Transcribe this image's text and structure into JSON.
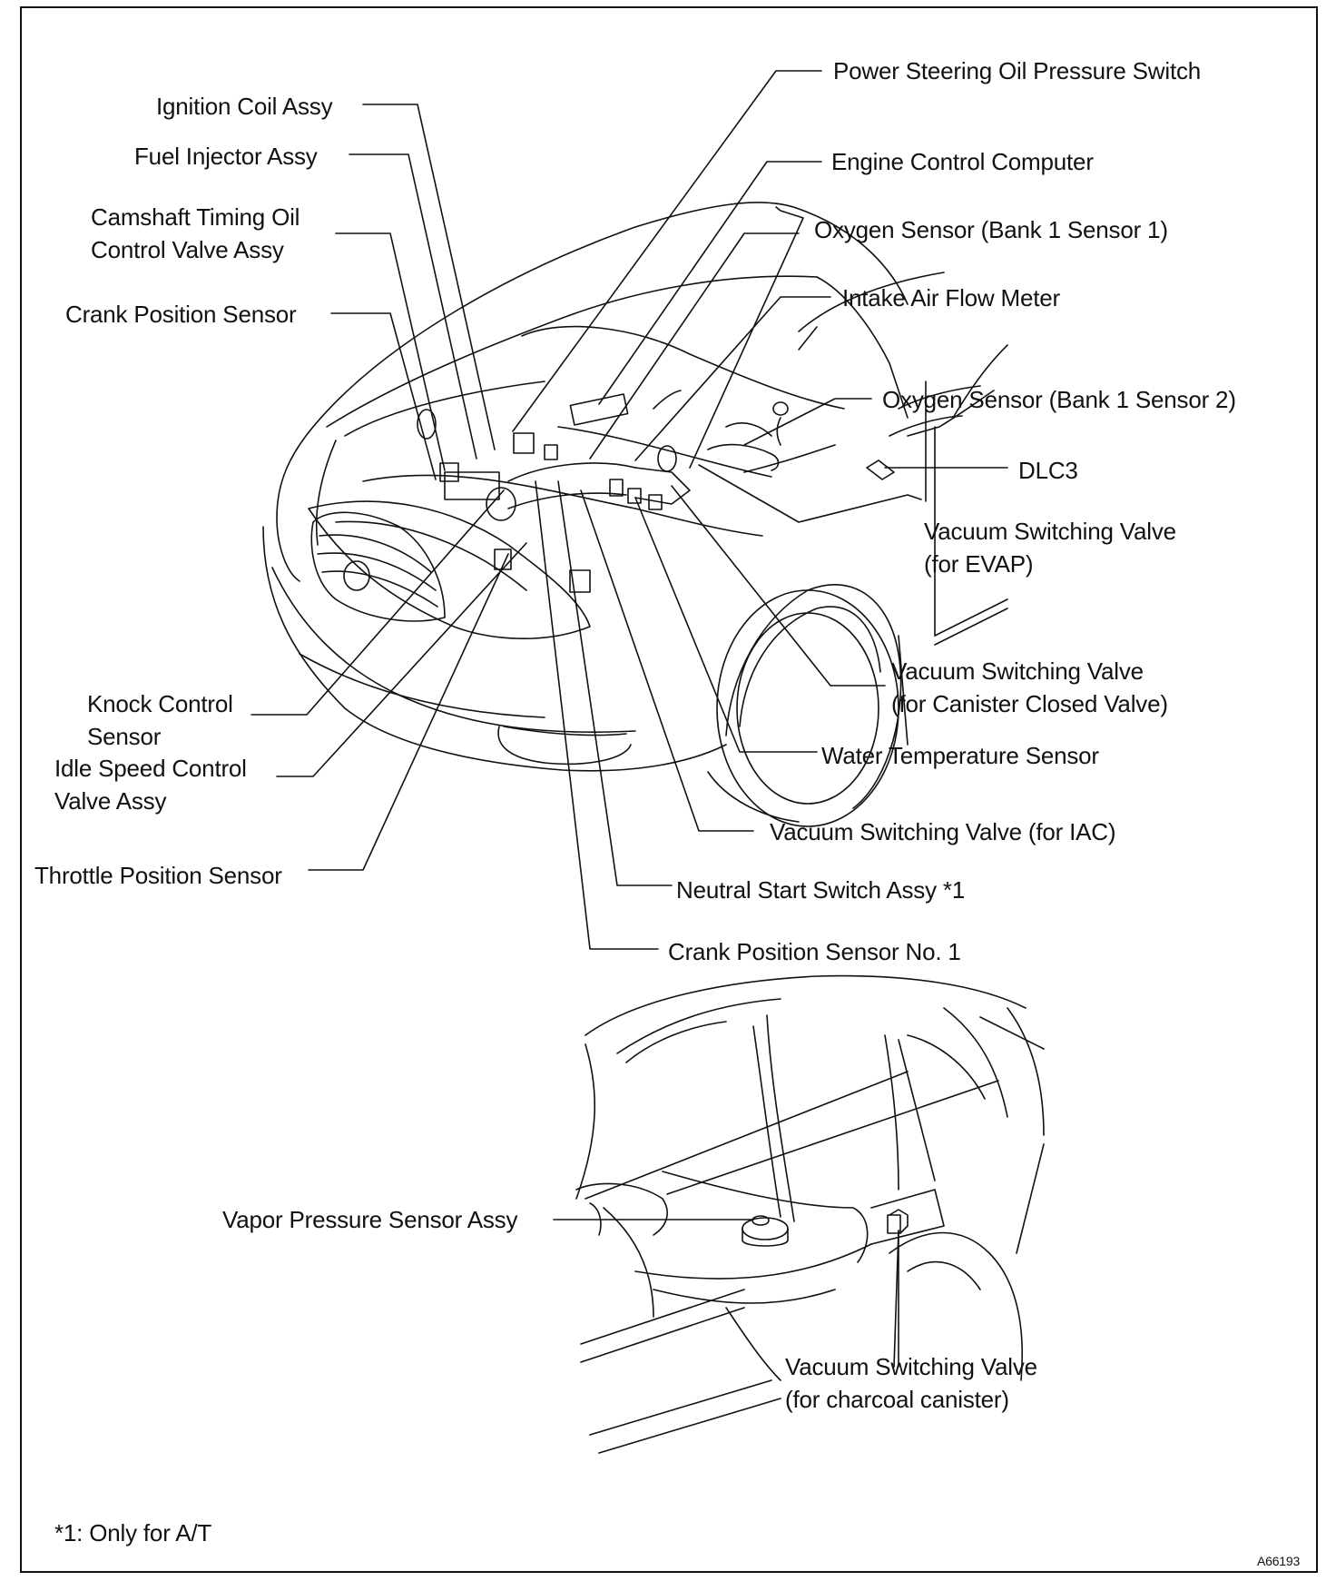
{
  "diagram": {
    "labels": {
      "ignition_coil": "Ignition Coil Assy",
      "fuel_injector": "Fuel Injector Assy",
      "camshaft_timing": "Camshaft Timing Oil\nControl Valve Assy",
      "crank_position": "Crank Position Sensor",
      "knock_control": "Knock Control\nSensor",
      "idle_speed": "Idle Speed Control\nValve Assy",
      "throttle_position": "Throttle Position Sensor",
      "power_steering": "Power Steering Oil Pressure Switch",
      "engine_computer": "Engine Control Computer",
      "oxygen_b1s1": "Oxygen Sensor (Bank 1 Sensor 1)",
      "intake_air": "Intake Air Flow Meter",
      "oxygen_b1s2": "Oxygen Sensor (Bank 1 Sensor 2)",
      "dlc3": "DLC3",
      "vsv_evap": "Vacuum Switching Valve\n(for EVAP)",
      "vsv_canister_closed": "Vacuum Switching Valve\n(for Canister Closed Valve)",
      "water_temp": "Water Temperature Sensor",
      "vsv_iac": "Vacuum Switching Valve (for IAC)",
      "neutral_start": "Neutral Start Switch Assy *1",
      "crank_position_no1": "Crank Position Sensor No. 1",
      "vapor_pressure": "Vapor Pressure Sensor Assy",
      "vsv_charcoal": "Vacuum Switching Valve\n(for charcoal canister)"
    },
    "footnote": "*1: Only for A/T",
    "figure_code": "A66193"
  }
}
